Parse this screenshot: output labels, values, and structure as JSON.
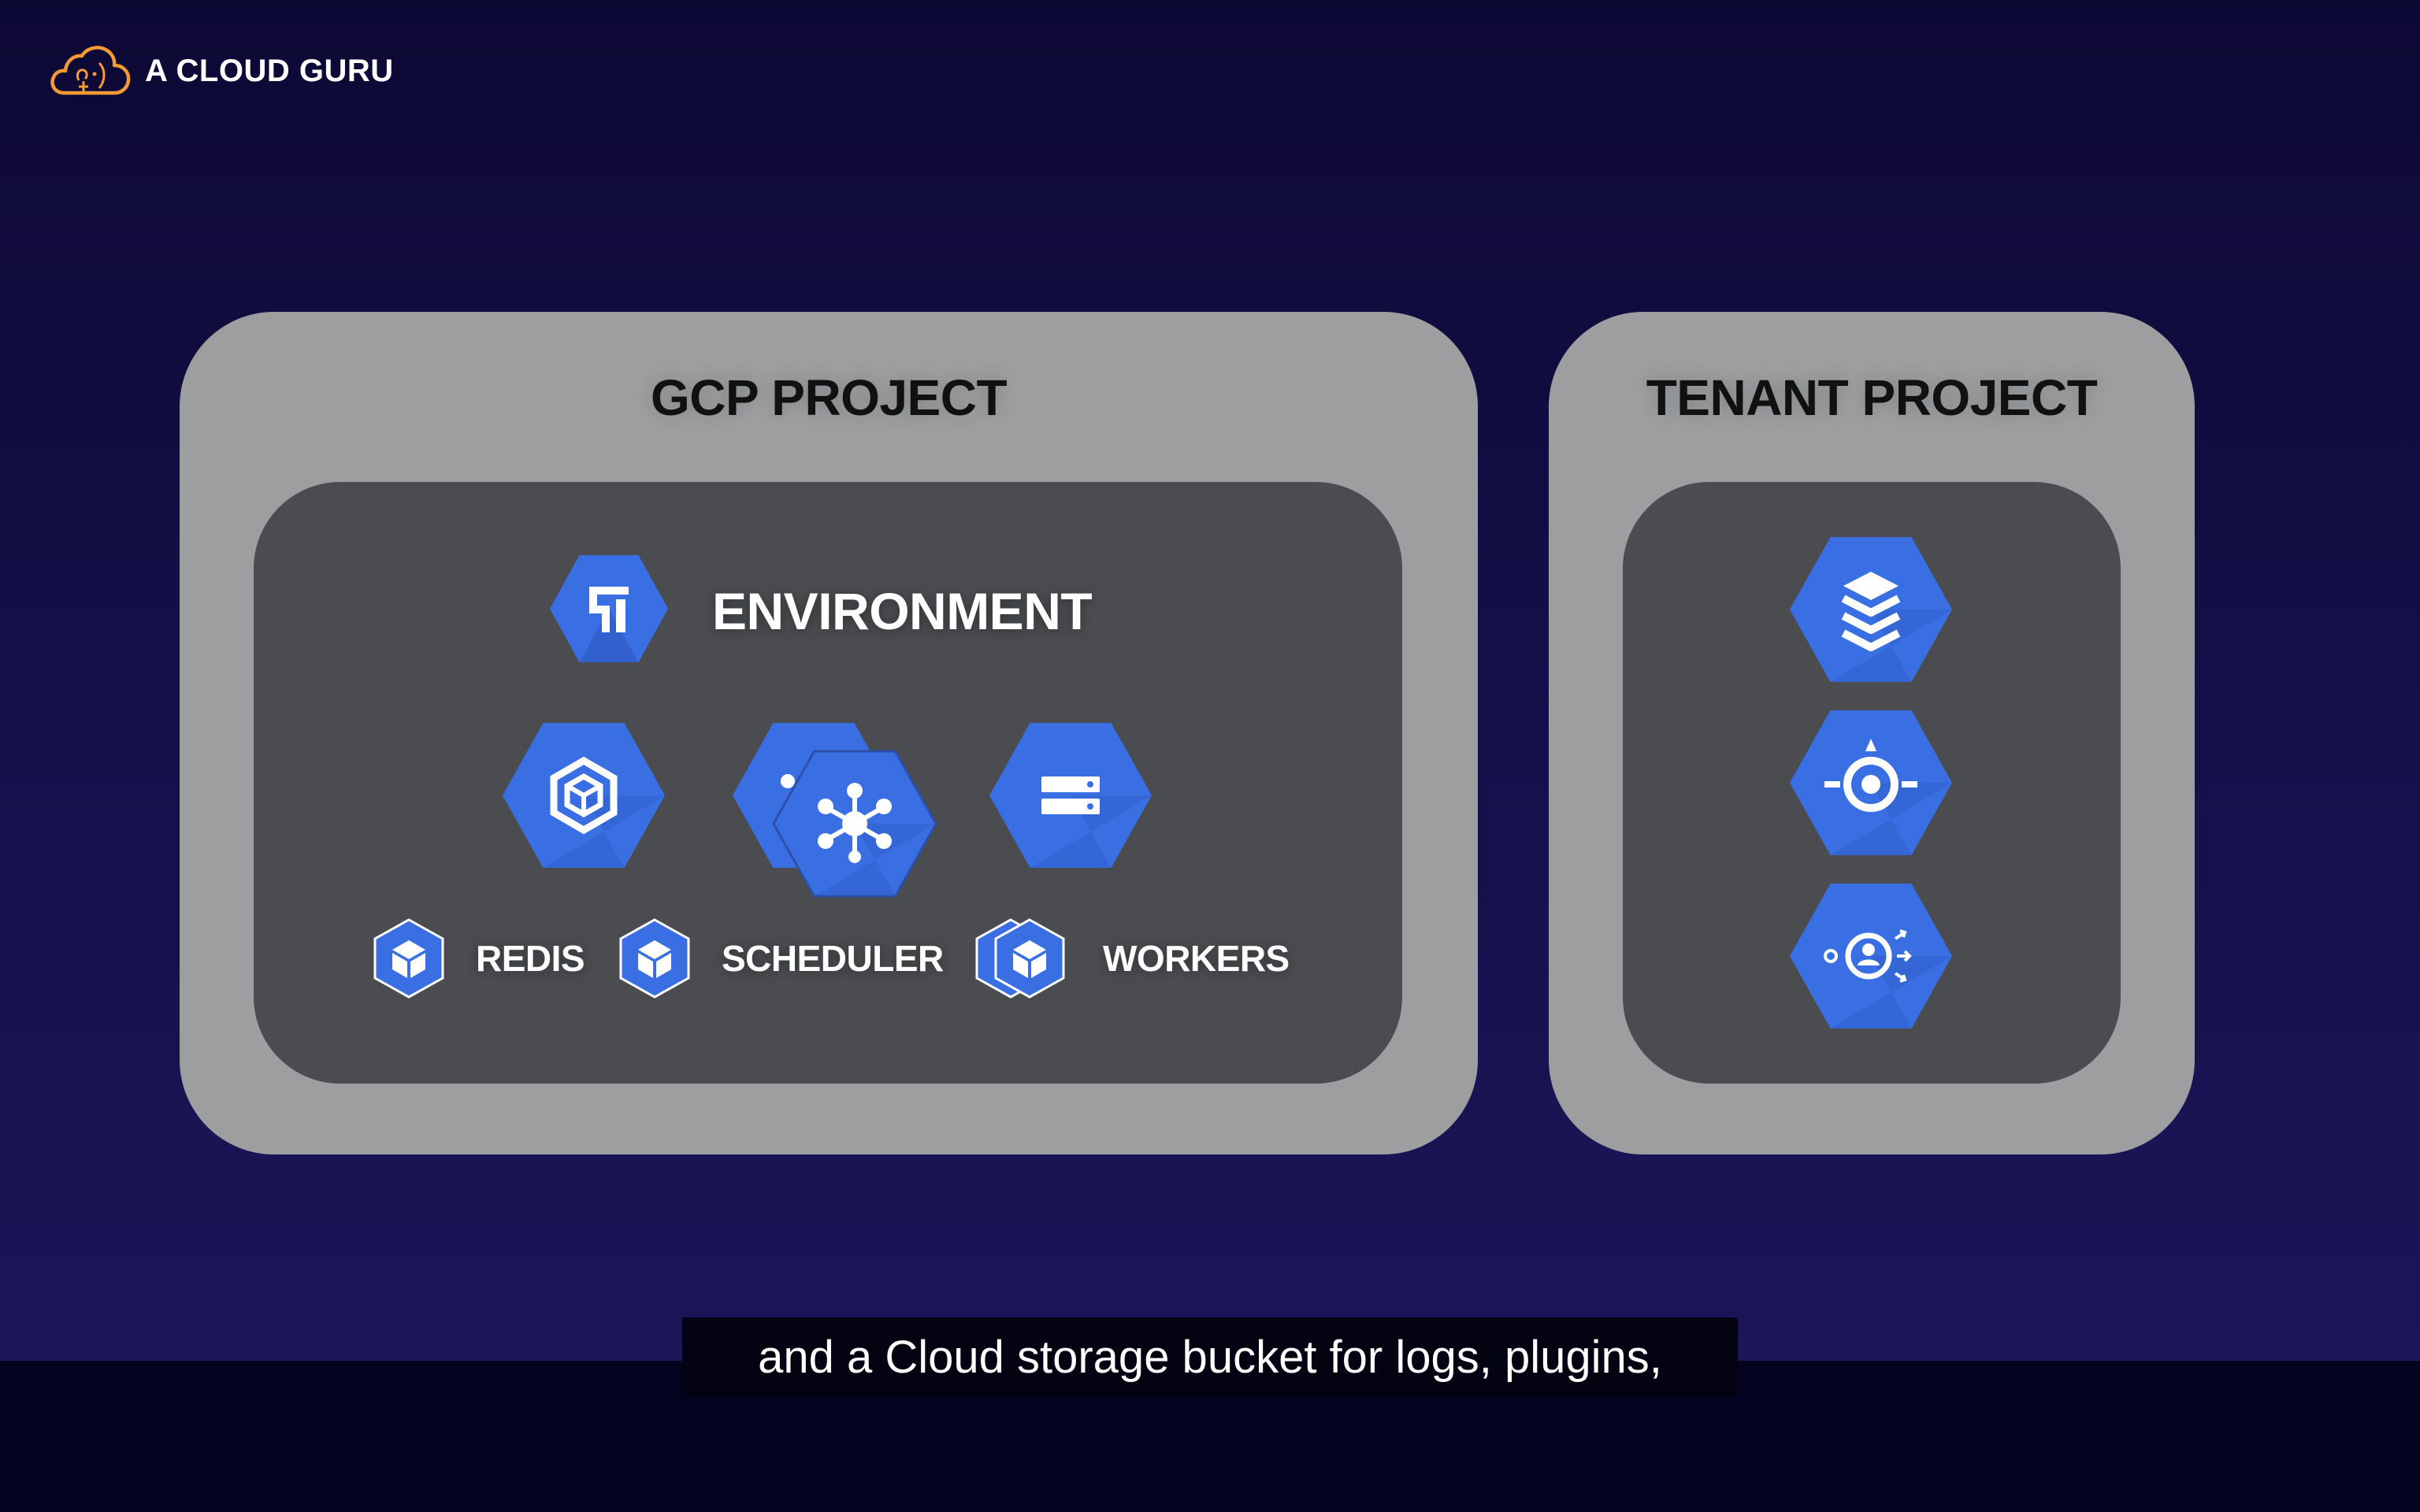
{
  "brand": {
    "name": "A CLOUD GURU",
    "logo_icon": "cloud-guru-logo-icon",
    "accent": "#f39a35"
  },
  "gcp_project": {
    "title": "GCP PROJECT",
    "environment": {
      "label": "ENVIRONMENT",
      "icon": "composer-icon"
    },
    "services": [
      {
        "icon": "gke-icon"
      },
      {
        "icon": "cloud-pubsub-icon"
      },
      {
        "icon": "cloud-sql-icon"
      }
    ],
    "components": [
      {
        "label": "REDIS",
        "icon": "cube-icon"
      },
      {
        "label": "SCHEDULER",
        "icon": "cube-icon"
      },
      {
        "label": "WORKERS",
        "icon": "cube-stack-icon"
      }
    ]
  },
  "tenant_project": {
    "title": "TENANT PROJECT",
    "services": [
      {
        "icon": "cloud-storage-icon"
      },
      {
        "icon": "app-engine-icon"
      },
      {
        "icon": "identity-aware-proxy-icon"
      }
    ]
  },
  "caption": "and a Cloud storage bucket for logs, plugins,",
  "colors": {
    "hex_blue": "#3a6fe3",
    "hex_shadow": "#2c56bd",
    "panel_outer": "#9c9e9f",
    "panel_inner": "#4a4c50"
  }
}
